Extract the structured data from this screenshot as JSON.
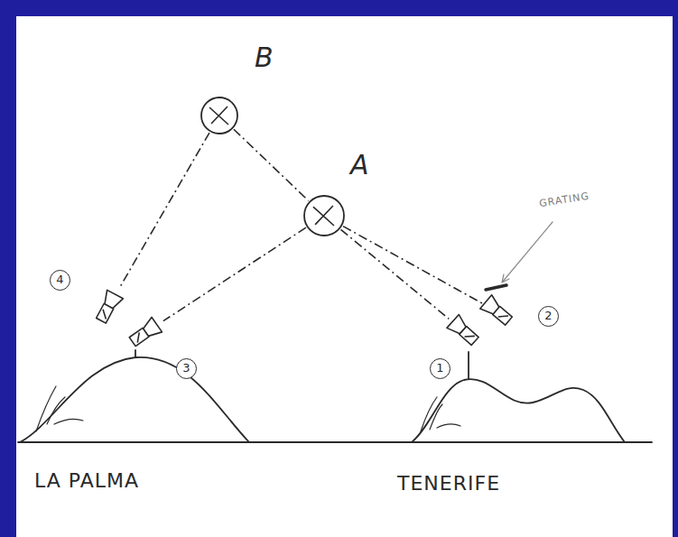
{
  "diagram": {
    "nodes": [
      {
        "text": [
          "B"
        ]
      },
      {
        "text": [
          "A"
        ]
      },
      {
        "text": [
          "4"
        ]
      },
      {
        "text": [
          "3"
        ]
      },
      {
        "text": [
          "1"
        ]
      },
      {
        "text": [
          "2"
        ]
      }
    ],
    "edges": [
      {
        "from": 0,
        "to": 2,
        "arrow": "none"
      },
      {
        "from": 0,
        "to": 1,
        "arrow": "none"
      },
      {
        "from": 1,
        "to": 3,
        "arrow": "none"
      },
      {
        "from": 1,
        "to": 4,
        "arrow": "none"
      },
      {
        "from": 1,
        "to": 5,
        "arrow": "none"
      }
    ],
    "labels": [
      "GRATING",
      "LA PALMA",
      "TENERIFE"
    ]
  }
}
